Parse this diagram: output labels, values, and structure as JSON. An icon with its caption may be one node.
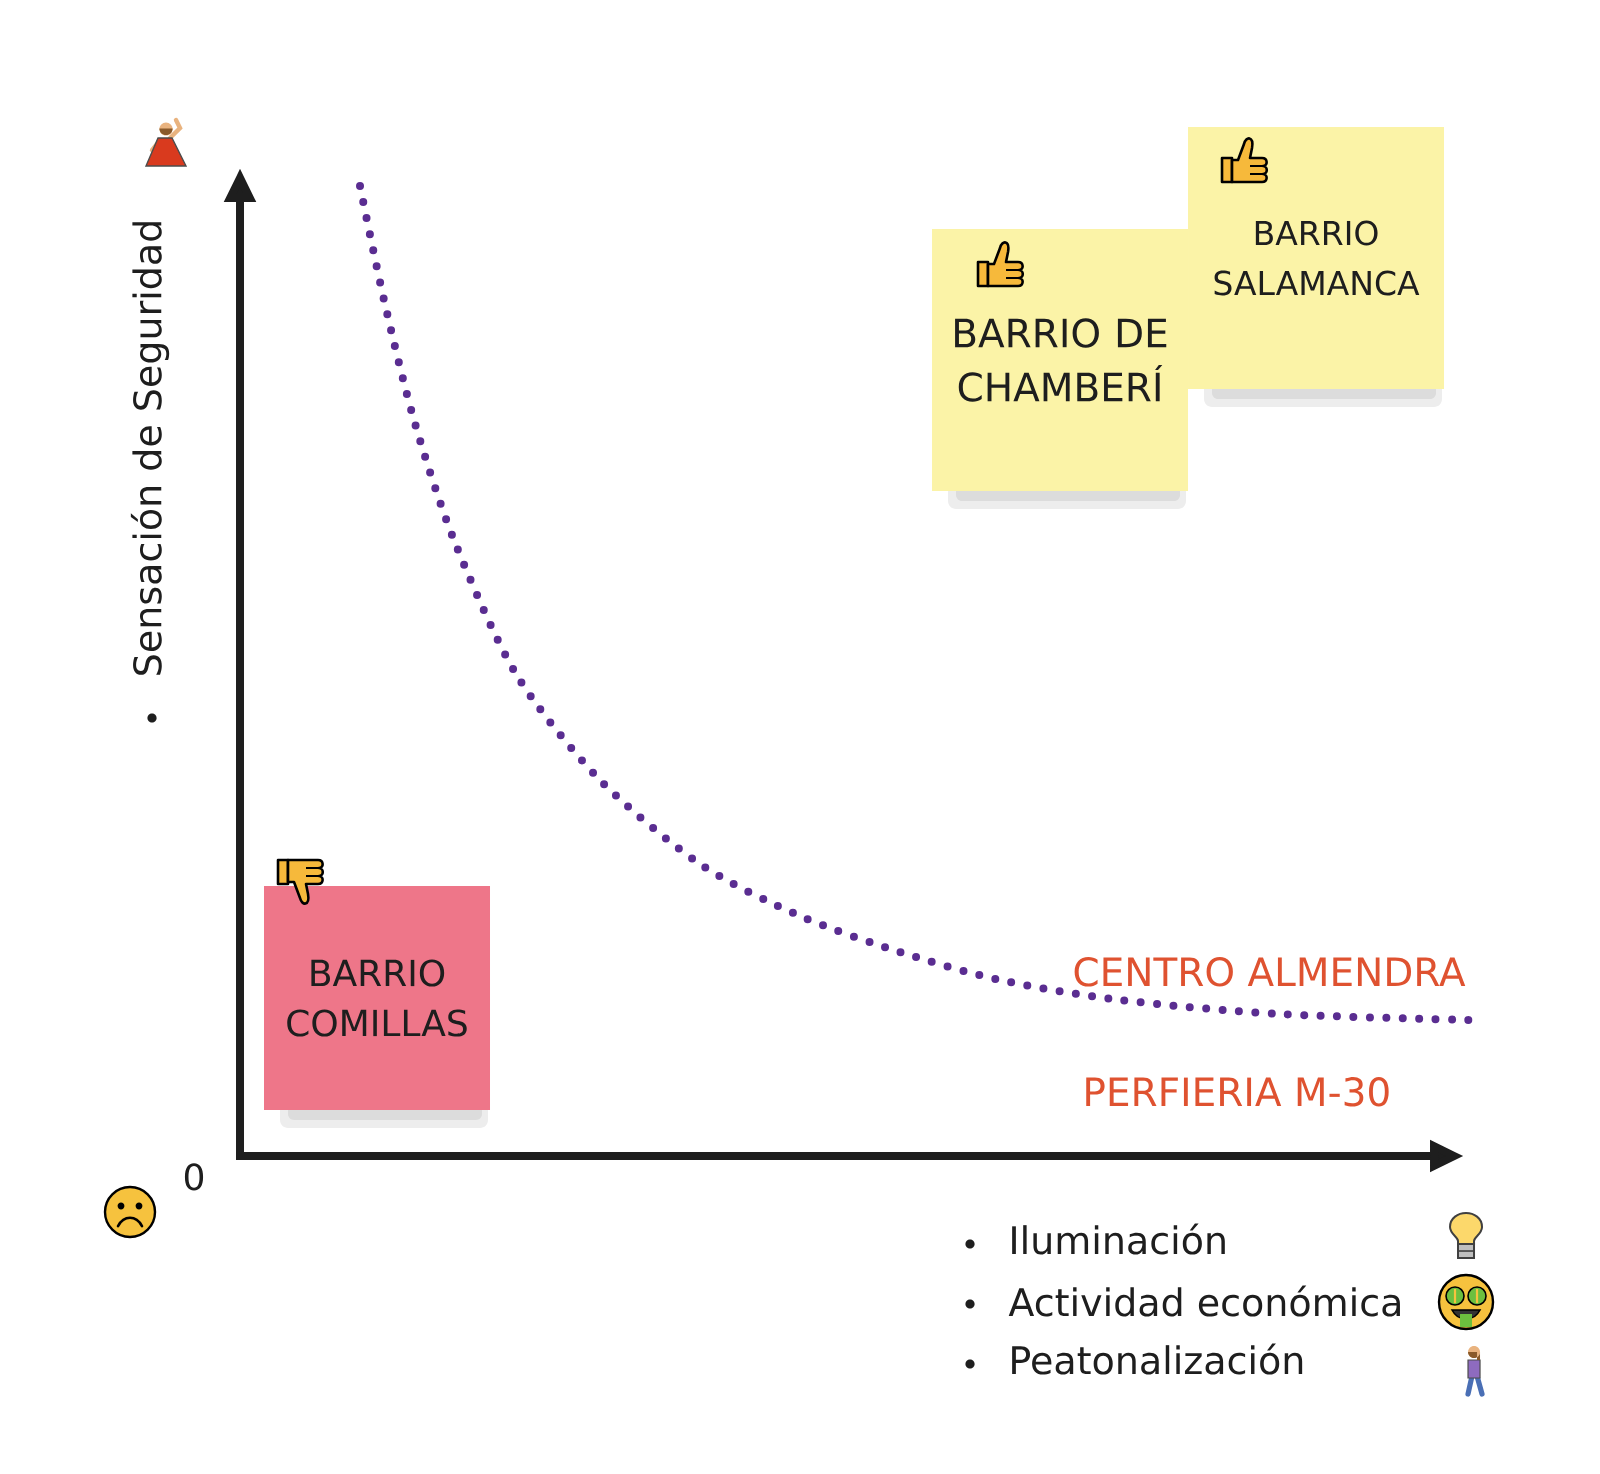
{
  "diagram": {
    "nodes": [
      {
        "text": [
          "BARRIO DE CHAMBERÍ"
        ]
      },
      {
        "text": [
          "BARRIO SALAMANCA"
        ]
      },
      {
        "text": [
          "BARRIO COMILLAS"
        ]
      }
    ],
    "labels": [
      "Sensación de Seguridad",
      "0",
      "CENTRO ALMENDRA",
      "PERFIERIA M-30",
      "Iluminación",
      "Actividad económica",
      "Peatonalización"
    ]
  }
}
